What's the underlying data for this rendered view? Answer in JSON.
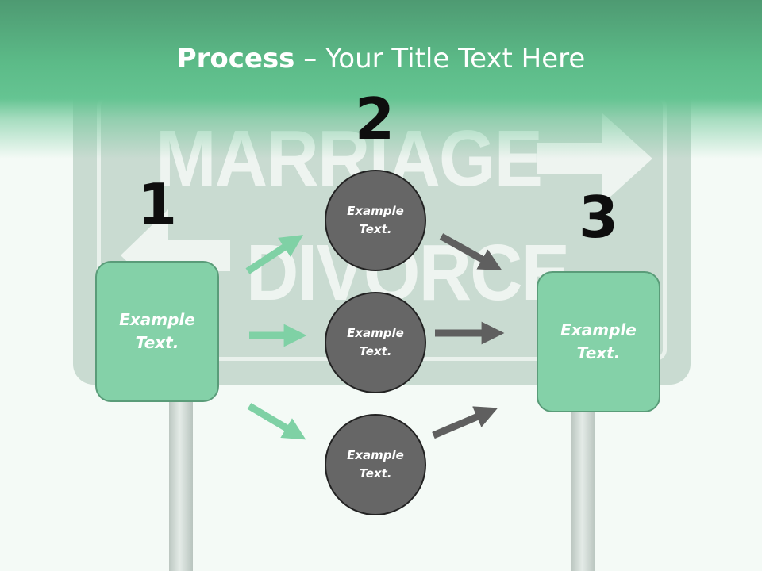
{
  "title": {
    "bold": "Process",
    "rest": " – Your Title Text Here"
  },
  "background_sign": {
    "top_word": "MARRIAGE",
    "bottom_word": "DIVORCE"
  },
  "steps": [
    {
      "number": "1"
    },
    {
      "number": "2"
    },
    {
      "number": "3"
    }
  ],
  "boxes": [
    {
      "text": "Example Text."
    },
    {
      "text": "Example Text."
    }
  ],
  "circles": [
    {
      "text": "Example Text."
    },
    {
      "text": "Example Text."
    },
    {
      "text": "Example Text."
    }
  ],
  "colors": {
    "header_green": "#5cbb88",
    "box_fill": "#84d1a8",
    "circle_fill": "#666666",
    "arrow_green": "#7fd1a5",
    "arrow_gray": "#5f5f5f"
  }
}
